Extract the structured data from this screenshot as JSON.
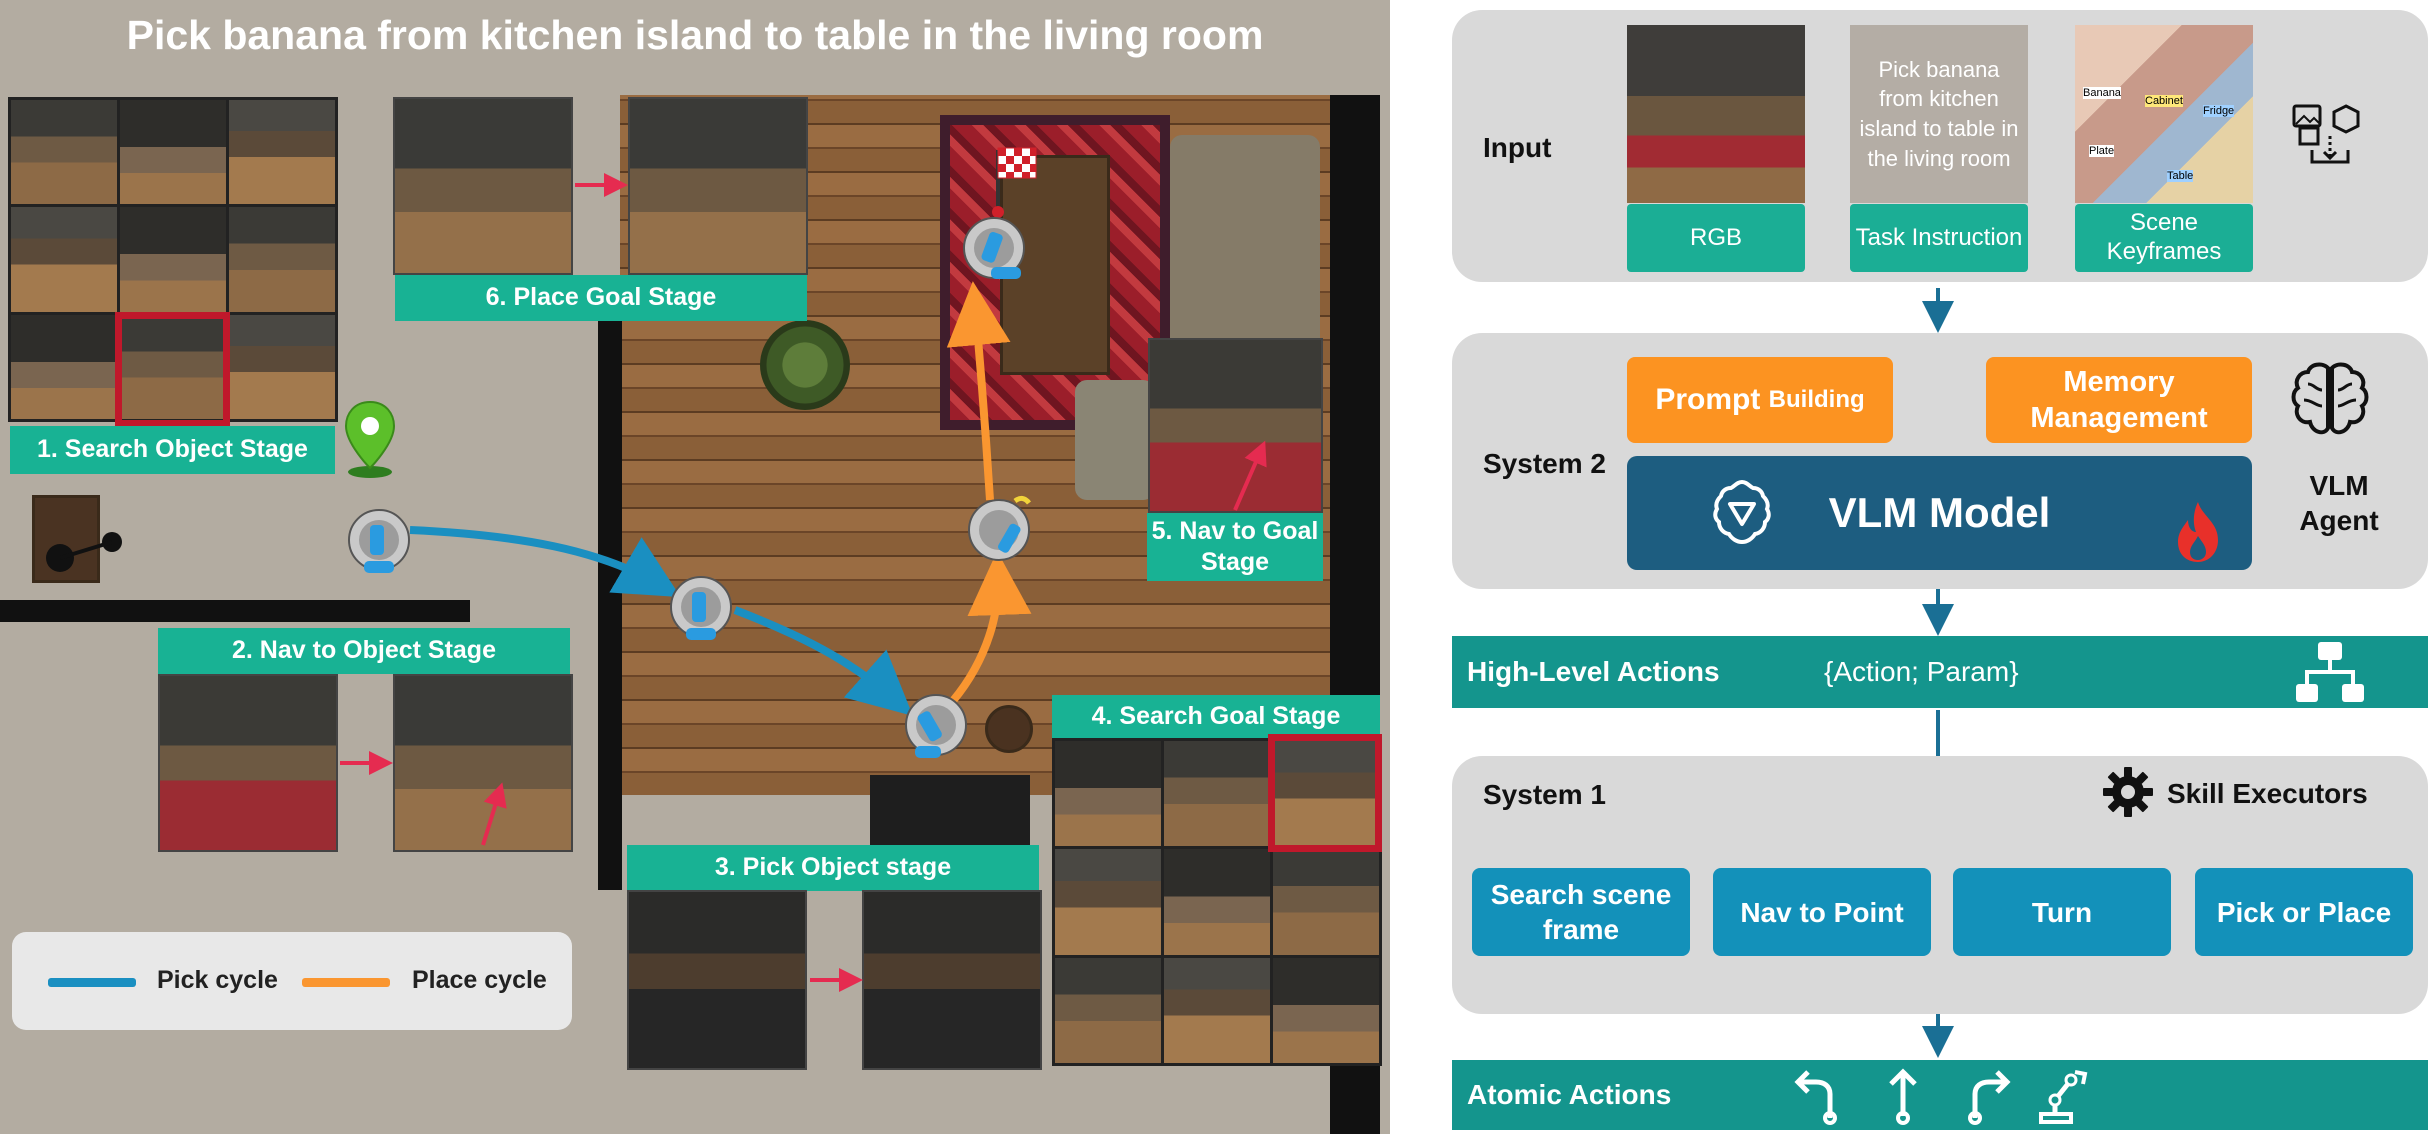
{
  "scene": {
    "title": "Pick banana from kitchen island to table in the living room",
    "stages": {
      "s1": "1. Search Object Stage",
      "s2": "2. Nav to Object Stage",
      "s3": "3. Pick Object stage",
      "s4": "4. Search Goal Stage",
      "s5": "5. Nav to Goal Stage",
      "s6": "6. Place Goal Stage"
    },
    "legend": {
      "pick": "Pick cycle",
      "place": "Place cycle"
    },
    "colors": {
      "pick_cycle": "#1a8fc1",
      "place_cycle": "#fa9630",
      "stage_label": "#18b294",
      "highlight": "#c0182b"
    }
  },
  "architecture": {
    "input": {
      "label": "Input",
      "rgb": "RGB",
      "task_instruction": "Task Instruction",
      "task_text": "Pick banana from kitchen island to table in the living room",
      "scene_keyframes": "Scene Keyframes",
      "keyframe_labels": {
        "banana": "Banana",
        "cabinet": "Cabinet",
        "fridge": "Fridge",
        "plate": "Plate",
        "table": "Table"
      },
      "icon": "image-input-icon"
    },
    "system2": {
      "label": "System 2",
      "prompt_building_a": "Prompt",
      "prompt_building_b": "Building",
      "memory_management": "Memory Management",
      "vlm_model": "VLM Model",
      "agent": "VLM Agent",
      "icons": [
        "brain-icon",
        "fire-icon",
        "model-logo-icon"
      ]
    },
    "high_level": {
      "label": "High-Level Actions",
      "value": "{Action; Param}",
      "icon": "hierarchy-icon"
    },
    "system1": {
      "label": "System 1",
      "executors": "Skill Executors",
      "skills": [
        "Search scene frame",
        "Nav to Point",
        "Turn",
        "Pick or Place"
      ],
      "icon": "gear-icon"
    },
    "atomic": {
      "label": "Atomic Actions",
      "icons": [
        "turn-left-icon",
        "forward-icon",
        "turn-right-icon",
        "robot-arm-icon"
      ]
    },
    "colors": {
      "panel": "#d9d9d9",
      "bar": "#14958d",
      "orange": "#fc9321",
      "vlm": "#1d5d80",
      "skill": "#1391ba",
      "connector": "#1a6f95"
    }
  }
}
